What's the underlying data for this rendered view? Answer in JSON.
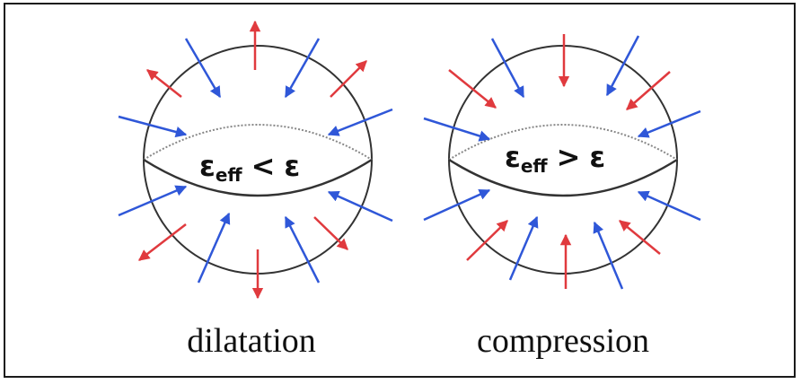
{
  "colors": {
    "outward": "#e03a3e",
    "inward": "#2f57d8",
    "outline": "#333333"
  },
  "panels": [
    {
      "formula": {
        "symbol": "ε",
        "subscript": "eff",
        "relation": "<",
        "rhs": "ε"
      },
      "caption": "dilatation"
    },
    {
      "formula": {
        "symbol": "ε",
        "subscript": "eff",
        "relation": ">",
        "rhs": "ε"
      },
      "caption": "compression"
    }
  ]
}
